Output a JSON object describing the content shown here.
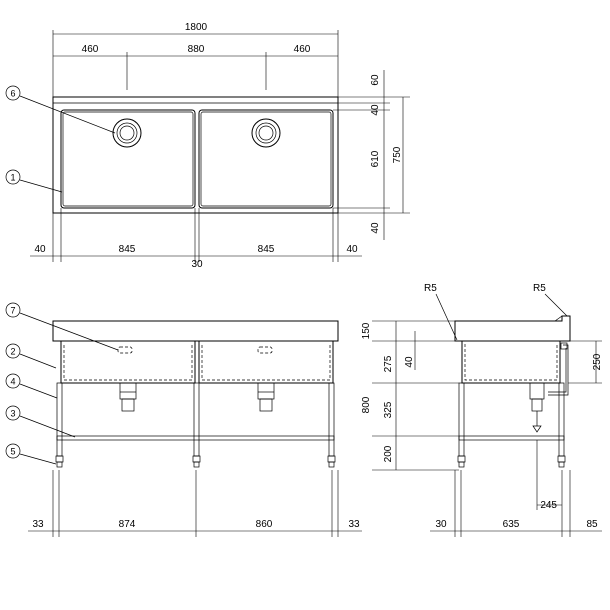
{
  "top_view": {
    "dims": {
      "overall_width": "1800",
      "left_section": "460",
      "center_section": "880",
      "right_section": "460",
      "left_margin": "40",
      "bowl_left": "845",
      "bowl_right": "845",
      "right_margin": "40",
      "divider": "30",
      "back_ledge": "60",
      "bowl_top_offset": "40",
      "bowl_depth": "610",
      "front_margin": "40",
      "overall_depth": "750"
    },
    "callouts": {
      "drain": "6",
      "bowl": "1"
    }
  },
  "front_view": {
    "dims": {
      "left_leg_offset": "33",
      "left_span": "874",
      "right_span": "860",
      "right_leg_offset": "33"
    },
    "callouts": {
      "overflow": "7",
      "basin": "2",
      "leg": "4",
      "brace": "3",
      "foot": "5"
    }
  },
  "side_view": {
    "dims": {
      "backsplash": "150",
      "bowl_height": "275",
      "top_lip": "40",
      "mid_height": "325",
      "lower_height": "200",
      "total_height": "800",
      "side_bowl_depth": "250",
      "drain_offset": "245",
      "front_offset": "30",
      "leg_span": "635",
      "back_offset": "85"
    },
    "radius_left": "R5",
    "radius_right": "R5"
  }
}
